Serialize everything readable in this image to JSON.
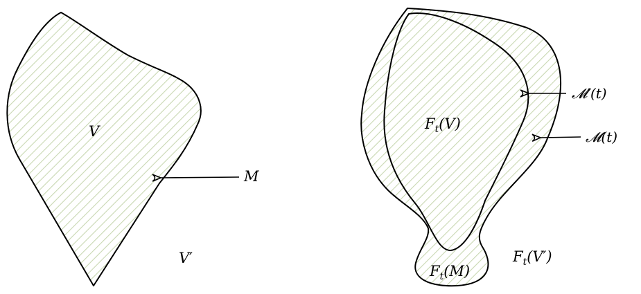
{
  "labels": {
    "V": "V",
    "M": "M",
    "V_prime": "V′",
    "Ft_V": "F",
    "Ft_V_sub": "t",
    "Ft_V_arg": "(V)",
    "Ft_M": "F",
    "Ft_M_sub": "t",
    "Ft_M_arg": "(M)",
    "Ft_Vprime": "F",
    "Ft_Vprime_sub": "t",
    "Ft_Vprime_arg": "(V′)",
    "M_prime_t": "𝓜′(t)",
    "M_t": "𝓜(t)"
  },
  "colors": {
    "hatch": "#c9d8b3",
    "stroke": "#000000"
  }
}
